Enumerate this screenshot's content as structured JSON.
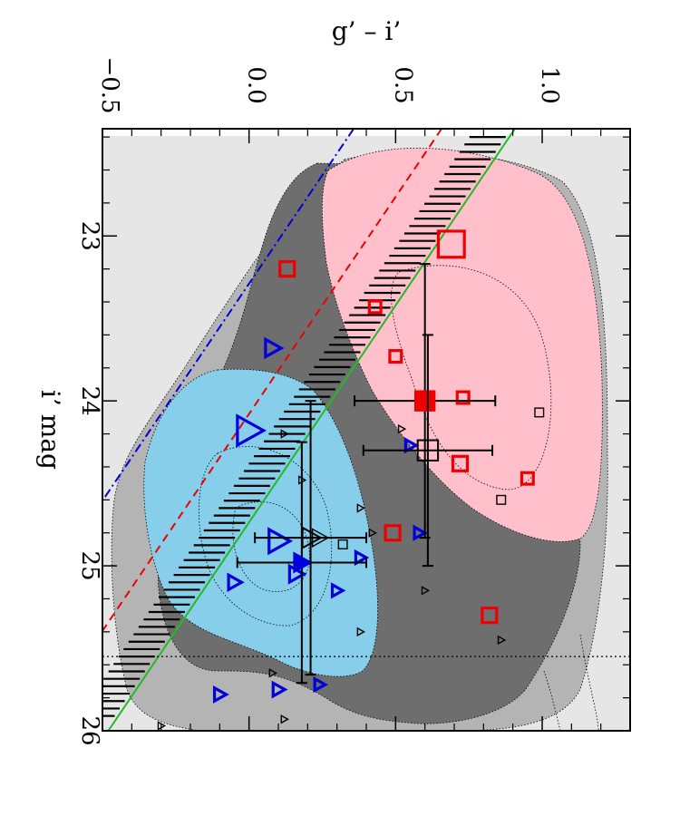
{
  "chart_data": {
    "type": "scatter",
    "orientation": "rotated-90",
    "xlabel": "i’ mag",
    "ylabel": "g’ – i’",
    "xlim": [
      22.35,
      26.0
    ],
    "ylim": [
      -0.5,
      1.3
    ],
    "x_ticks": [
      23,
      24,
      25,
      26
    ],
    "y_ticks": [
      -0.5,
      0.0,
      0.5,
      1.0
    ],
    "x_tick_labels": [
      "23",
      "24",
      "25",
      "26"
    ],
    "y_tick_labels": [
      "−0.5",
      "0.0",
      "0.5",
      "1.0"
    ],
    "grid": false,
    "colors": {
      "red": "#ee0000",
      "blue": "#0000dd",
      "pink_region": "#ffc0cb",
      "blue_region": "#87ceeb",
      "gray_dark": "#6e6e6e",
      "gray_mid": "#b4b4b4",
      "gray_light": "#e6e6e6",
      "green_line": "#22bb22"
    },
    "lines": [
      {
        "style": "solid",
        "color": "green",
        "slope": -0.38,
        "intercept": 9.4
      },
      {
        "style": "dash-dot",
        "color": "blue",
        "slope": -0.38,
        "intercept": 8.85
      },
      {
        "style": "dashed",
        "color": "red",
        "slope": -0.38,
        "intercept": 9.15
      },
      {
        "style": "dotted",
        "color": "black",
        "vertical_at_x": 25.55
      }
    ],
    "series": [
      {
        "marker": "open-square-red",
        "points": [
          {
            "x": 23.05,
            "y": 0.69,
            "size": 1.8
          },
          {
            "x": 23.2,
            "y": 0.13,
            "size": 1
          },
          {
            "x": 23.43,
            "y": 0.43,
            "size": 0.8
          },
          {
            "x": 23.73,
            "y": 0.5,
            "size": 0.8
          },
          {
            "x": 23.98,
            "y": 0.73,
            "size": 0.8
          },
          {
            "x": 24.38,
            "y": 0.72,
            "size": 1
          },
          {
            "x": 24.47,
            "y": 0.95,
            "size": 0.8
          },
          {
            "x": 24.8,
            "y": 0.49,
            "size": 1
          },
          {
            "x": 25.3,
            "y": 0.82,
            "size": 1
          }
        ]
      },
      {
        "marker": "open-square-black",
        "points": [
          {
            "x": 24.07,
            "y": 0.99,
            "size": 0.6
          },
          {
            "x": 24.6,
            "y": 0.86,
            "size": 0.6
          },
          {
            "x": 24.87,
            "y": 0.32,
            "size": 0.6
          }
        ]
      },
      {
        "marker": "open-triangle-blue",
        "points": [
          {
            "x": 23.68,
            "y": 0.08,
            "size": 1.2
          },
          {
            "x": 24.18,
            "y": 0.0,
            "size": 2
          },
          {
            "x": 24.27,
            "y": 0.55,
            "size": 0.8
          },
          {
            "x": 24.8,
            "y": 0.58,
            "size": 0.8
          },
          {
            "x": 24.85,
            "y": 0.1,
            "size": 1.6
          },
          {
            "x": 24.95,
            "y": 0.38,
            "size": 0.8
          },
          {
            "x": 25.05,
            "y": 0.16,
            "size": 1.1
          },
          {
            "x": 25.1,
            "y": -0.05,
            "size": 1
          },
          {
            "x": 25.15,
            "y": 0.3,
            "size": 0.8
          },
          {
            "x": 25.75,
            "y": 0.1,
            "size": 0.9
          },
          {
            "x": 25.72,
            "y": 0.24,
            "size": 0.8
          },
          {
            "x": 25.78,
            "y": -0.1,
            "size": 0.9
          }
        ]
      },
      {
        "marker": "open-triangle-black",
        "points": [
          {
            "x": 24.83,
            "y": 0.24,
            "size": 1.2
          },
          {
            "x": 24.17,
            "y": 0.52,
            "size": 0.5
          },
          {
            "x": 24.2,
            "y": 0.12,
            "size": 0.5
          },
          {
            "x": 24.48,
            "y": 0.18,
            "size": 0.5
          },
          {
            "x": 24.65,
            "y": 0.38,
            "size": 0.5
          },
          {
            "x": 24.8,
            "y": 0.42,
            "size": 0.5
          },
          {
            "x": 25.15,
            "y": 0.6,
            "size": 0.5
          },
          {
            "x": 25.4,
            "y": 0.38,
            "size": 0.5
          },
          {
            "x": 25.45,
            "y": 0.86,
            "size": 0.5
          },
          {
            "x": 25.65,
            "y": 0.08,
            "size": 0.5
          },
          {
            "x": 25.93,
            "y": 0.12,
            "size": 0.5
          },
          {
            "x": 25.97,
            "y": -0.3,
            "size": 0.5
          }
        ]
      },
      {
        "marker": "filled-square-red",
        "points": [
          {
            "x": 24.0,
            "y": 0.6,
            "size": 1.4,
            "x_err": 0.83,
            "y_err": 0.24
          }
        ]
      },
      {
        "marker": "open-square-black-large",
        "points": [
          {
            "x": 24.3,
            "y": 0.61,
            "size": 1.4,
            "x_err": 0.7,
            "y_err": 0.22
          }
        ]
      },
      {
        "marker": "filled-triangle-blue",
        "points": [
          {
            "x": 24.98,
            "y": 0.18,
            "size": 1.4,
            "x_err": 0.73,
            "y_err": 0.22
          }
        ]
      },
      {
        "marker": "open-triangle-black-large",
        "points": [
          {
            "x": 24.83,
            "y": 0.21,
            "size": 1.4,
            "x_err": 0.83,
            "y_err": 0.19
          }
        ]
      }
    ]
  }
}
